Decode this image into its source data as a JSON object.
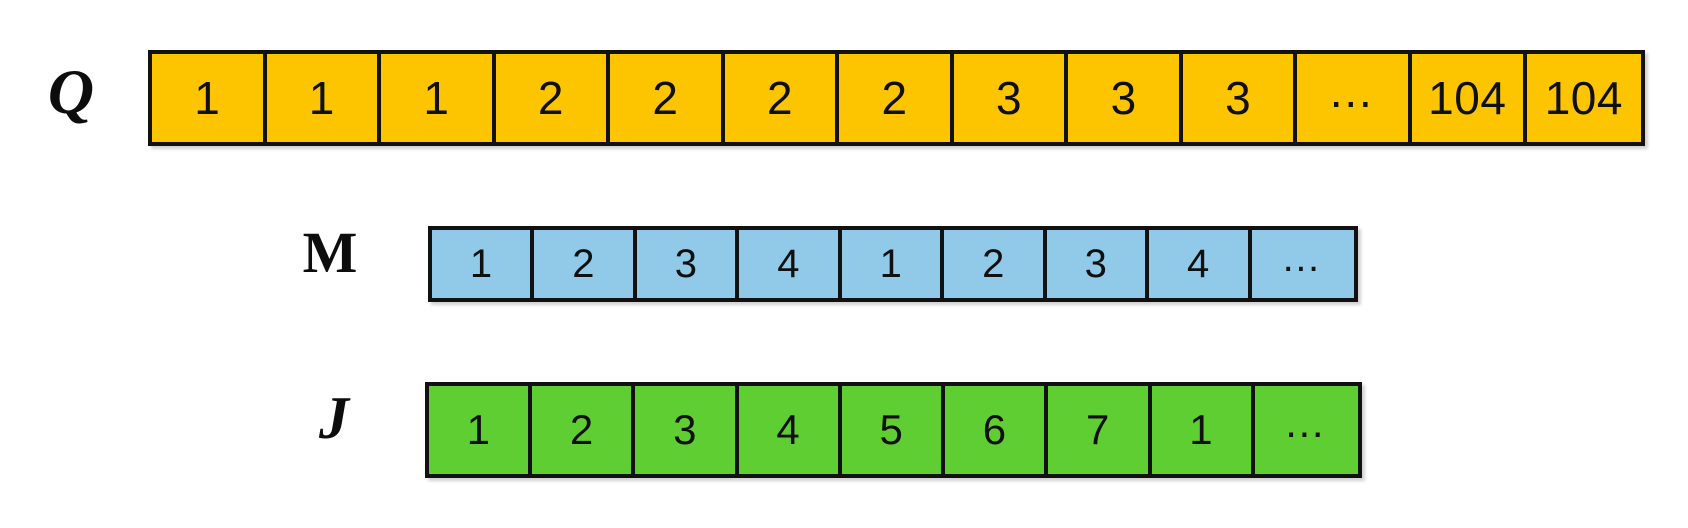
{
  "figure": {
    "title": "",
    "background": "#ffffff",
    "rows": [
      {
        "id": "q",
        "label": "Q",
        "label_style": "bold-italic-serif",
        "color": "#FDC500",
        "border_color": "#111111",
        "cells": [
          "1",
          "1",
          "1",
          "2",
          "2",
          "2",
          "2",
          "3",
          "3",
          "3",
          "…",
          "104",
          "104"
        ],
        "cell_count": 13
      },
      {
        "id": "m",
        "label": "M",
        "label_style": "bold-upright-serif",
        "color": "#91C9E8",
        "border_color": "#111111",
        "cells": [
          "1",
          "2",
          "3",
          "4",
          "1",
          "2",
          "3",
          "4",
          "…"
        ],
        "cell_count": 9
      },
      {
        "id": "j",
        "label": "J",
        "label_style": "bold-italic-serif",
        "color": "#5FCE33",
        "border_color": "#111111",
        "cells": [
          "1",
          "2",
          "3",
          "4",
          "5",
          "6",
          "7",
          "1",
          "…"
        ],
        "cell_count": 9
      }
    ]
  }
}
